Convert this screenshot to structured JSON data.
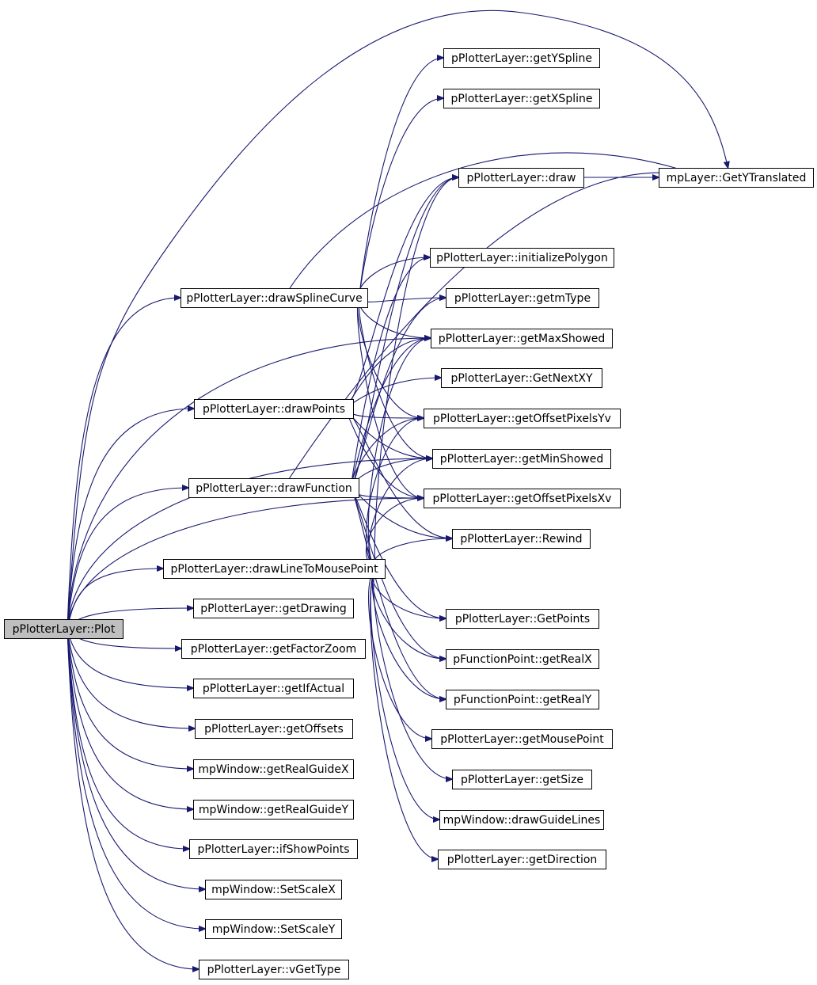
{
  "diagram": {
    "type": "call-graph",
    "edge_color": "#191970",
    "root_fill": "#bfbfbf",
    "nodes": {
      "plot": "pPlotterLayer::Plot",
      "drawSplineCurve": "pPlotterLayer::drawSplineCurve",
      "drawPoints": "pPlotterLayer::drawPoints",
      "drawFunction": "pPlotterLayer::drawFunction",
      "drawLineToMousePoint": "pPlotterLayer::drawLineToMousePoint",
      "getDrawing": "pPlotterLayer::getDrawing",
      "getFactorZoom": "pPlotterLayer::getFactorZoom",
      "getIfActual": "pPlotterLayer::getIfActual",
      "getOffsets": "pPlotterLayer::getOffsets",
      "getRealGuideX": "mpWindow::getRealGuideX",
      "getRealGuideY": "mpWindow::getRealGuideY",
      "ifShowPoints": "pPlotterLayer::ifShowPoints",
      "setScaleX": "mpWindow::SetScaleX",
      "setScaleY": "mpWindow::SetScaleY",
      "vGetType": "pPlotterLayer::vGetType",
      "getYSpline": "pPlotterLayer::getYSpline",
      "getXSpline": "pPlotterLayer::getXSpline",
      "draw": "pPlotterLayer::draw",
      "getYTranslated": "mpLayer::GetYTranslated",
      "initializePolygon": "pPlotterLayer::initializePolygon",
      "getmType": "pPlotterLayer::getmType",
      "getMaxShowed": "pPlotterLayer::getMaxShowed",
      "getNextXY": "pPlotterLayer::GetNextXY",
      "getOffsetPixelsYv": "pPlotterLayer::getOffsetPixelsYv",
      "getMinShowed": "pPlotterLayer::getMinShowed",
      "getOffsetPixelsXv": "pPlotterLayer::getOffsetPixelsXv",
      "rewind": "pPlotterLayer::Rewind",
      "getPoints": "pPlotterLayer::GetPoints",
      "getRealX": "pFunctionPoint::getRealX",
      "getRealY": "pFunctionPoint::getRealY",
      "getMousePoint": "pPlotterLayer::getMousePoint",
      "getSize": "pPlotterLayer::getSize",
      "drawGuideLines": "mpWindow::drawGuideLines",
      "getDirection": "pPlotterLayer::getDirection"
    },
    "edges": [
      [
        "plot",
        "drawSplineCurve"
      ],
      [
        "plot",
        "drawPoints"
      ],
      [
        "plot",
        "drawFunction"
      ],
      [
        "plot",
        "drawLineToMousePoint"
      ],
      [
        "plot",
        "getDrawing"
      ],
      [
        "plot",
        "getFactorZoom"
      ],
      [
        "plot",
        "getIfActual"
      ],
      [
        "plot",
        "getOffsets"
      ],
      [
        "plot",
        "getRealGuideX"
      ],
      [
        "plot",
        "getRealGuideY"
      ],
      [
        "plot",
        "ifShowPoints"
      ],
      [
        "plot",
        "setScaleX"
      ],
      [
        "plot",
        "setScaleY"
      ],
      [
        "plot",
        "vGetType"
      ],
      [
        "plot",
        "getYTranslated"
      ],
      [
        "plot",
        "getMaxShowed"
      ],
      [
        "plot",
        "getMinShowed"
      ],
      [
        "plot",
        "getOffsetPixelsXv"
      ],
      [
        "drawSplineCurve",
        "getYSpline"
      ],
      [
        "drawSplineCurve",
        "getXSpline"
      ],
      [
        "drawSplineCurve",
        "getYTranslated"
      ],
      [
        "drawSplineCurve",
        "initializePolygon"
      ],
      [
        "drawSplineCurve",
        "getmType"
      ],
      [
        "drawSplineCurve",
        "getMaxShowed"
      ],
      [
        "drawSplineCurve",
        "getOffsetPixelsYv"
      ],
      [
        "drawSplineCurve",
        "getMinShowed"
      ],
      [
        "drawSplineCurve",
        "getOffsetPixelsXv"
      ],
      [
        "drawPoints",
        "draw"
      ],
      [
        "drawPoints",
        "getMaxShowed"
      ],
      [
        "drawPoints",
        "getNextXY"
      ],
      [
        "drawPoints",
        "getOffsetPixelsYv"
      ],
      [
        "drawPoints",
        "getMinShowed"
      ],
      [
        "drawPoints",
        "getOffsetPixelsXv"
      ],
      [
        "drawPoints",
        "rewind"
      ],
      [
        "drawFunction",
        "draw"
      ],
      [
        "drawFunction",
        "getYTranslated"
      ],
      [
        "drawFunction",
        "initializePolygon"
      ],
      [
        "drawFunction",
        "getmType"
      ],
      [
        "drawFunction",
        "getMaxShowed"
      ],
      [
        "drawFunction",
        "getOffsetPixelsYv"
      ],
      [
        "drawFunction",
        "getMinShowed"
      ],
      [
        "drawFunction",
        "getOffsetPixelsXv"
      ],
      [
        "drawFunction",
        "rewind"
      ],
      [
        "drawFunction",
        "getPoints"
      ],
      [
        "drawFunction",
        "getRealX"
      ],
      [
        "drawFunction",
        "getRealY"
      ],
      [
        "drawLineToMousePoint",
        "draw"
      ],
      [
        "drawLineToMousePoint",
        "getMaxShowed"
      ],
      [
        "drawLineToMousePoint",
        "getOffsetPixelsYv"
      ],
      [
        "drawLineToMousePoint",
        "getMinShowed"
      ],
      [
        "drawLineToMousePoint",
        "getOffsetPixelsXv"
      ],
      [
        "drawLineToMousePoint",
        "rewind"
      ],
      [
        "drawLineToMousePoint",
        "getPoints"
      ],
      [
        "drawLineToMousePoint",
        "getRealX"
      ],
      [
        "drawLineToMousePoint",
        "getRealY"
      ],
      [
        "drawLineToMousePoint",
        "getMousePoint"
      ],
      [
        "drawLineToMousePoint",
        "getSize"
      ],
      [
        "drawLineToMousePoint",
        "drawGuideLines"
      ],
      [
        "drawLineToMousePoint",
        "getDirection"
      ],
      [
        "draw",
        "getYTranslated"
      ]
    ]
  }
}
